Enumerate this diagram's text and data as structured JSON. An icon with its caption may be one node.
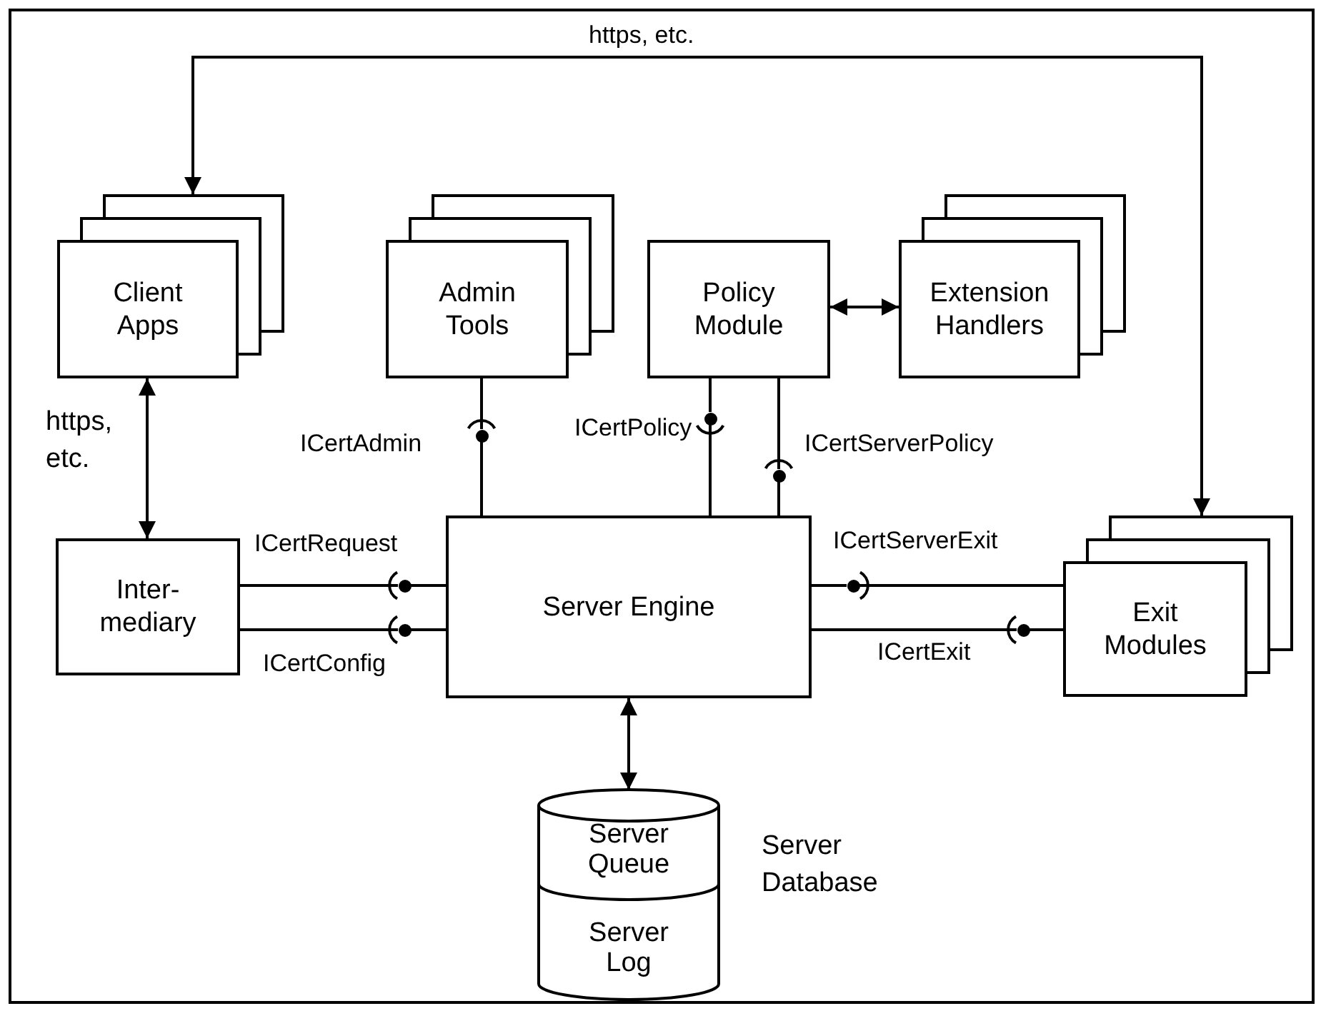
{
  "diagram": {
    "nodes": [
      {
        "text": [
          "Client Apps"
        ]
      },
      {
        "text": [
          "Admin Tools"
        ]
      },
      {
        "text": [
          "Policy Module"
        ]
      },
      {
        "text": [
          "Extension Handlers"
        ]
      },
      {
        "text": [
          "Inter- mediary"
        ]
      },
      {
        "text": [
          "Server Engine"
        ]
      },
      {
        "text": [
          "Exit Modules"
        ]
      },
      {
        "text": [
          "Server Queue",
          "Server Log"
        ],
        "beside": [
          "Server Database"
        ]
      },
      {
        "text": [],
        "shape": "circle",
        "beside": [
          "ICertAdmin"
        ]
      },
      {
        "text": [],
        "shape": "circle",
        "beside": [
          "ICertPolicy"
        ]
      },
      {
        "text": [],
        "shape": "circle",
        "beside": [
          "ICertServerPolicy"
        ]
      },
      {
        "text": [],
        "shape": "circle",
        "beside": [
          "ICertRequest"
        ]
      },
      {
        "text": [],
        "shape": "circle",
        "beside": [
          "ICertConfig"
        ]
      },
      {
        "text": [],
        "shape": "circle",
        "beside": [
          "ICertServerExit"
        ]
      },
      {
        "text": [],
        "shape": "circle",
        "beside": [
          "ICertExit"
        ]
      }
    ],
    "edges": [
      {
        "from": 6,
        "to": 0,
        "arrow": "both",
        "label": "https, etc."
      },
      {
        "from": 0,
        "to": 4,
        "arrow": "both",
        "label": "https, etc."
      },
      {
        "from": 2,
        "to": 3,
        "arrow": "both"
      },
      {
        "from": 5,
        "to": 7,
        "arrow": "both"
      },
      {
        "from": 1,
        "to": 8,
        "arrow": "other"
      },
      {
        "from": 8,
        "to": 5,
        "arrow": "none"
      },
      {
        "from": 5,
        "to": 9,
        "arrow": "other"
      },
      {
        "from": 9,
        "to": 2,
        "arrow": "none"
      },
      {
        "from": 2,
        "to": 10,
        "arrow": "other"
      },
      {
        "from": 10,
        "to": 5,
        "arrow": "none"
      },
      {
        "from": 4,
        "to": 11,
        "arrow": "other"
      },
      {
        "from": 11,
        "to": 5,
        "arrow": "none"
      },
      {
        "from": 4,
        "to": 12,
        "arrow": "other"
      },
      {
        "from": 12,
        "to": 5,
        "arrow": "none"
      },
      {
        "from": 6,
        "to": 13,
        "arrow": "other"
      },
      {
        "from": 13,
        "to": 5,
        "arrow": "none"
      },
      {
        "from": 5,
        "to": 14,
        "arrow": "other"
      },
      {
        "from": 14,
        "to": 6,
        "arrow": "none"
      }
    ]
  }
}
